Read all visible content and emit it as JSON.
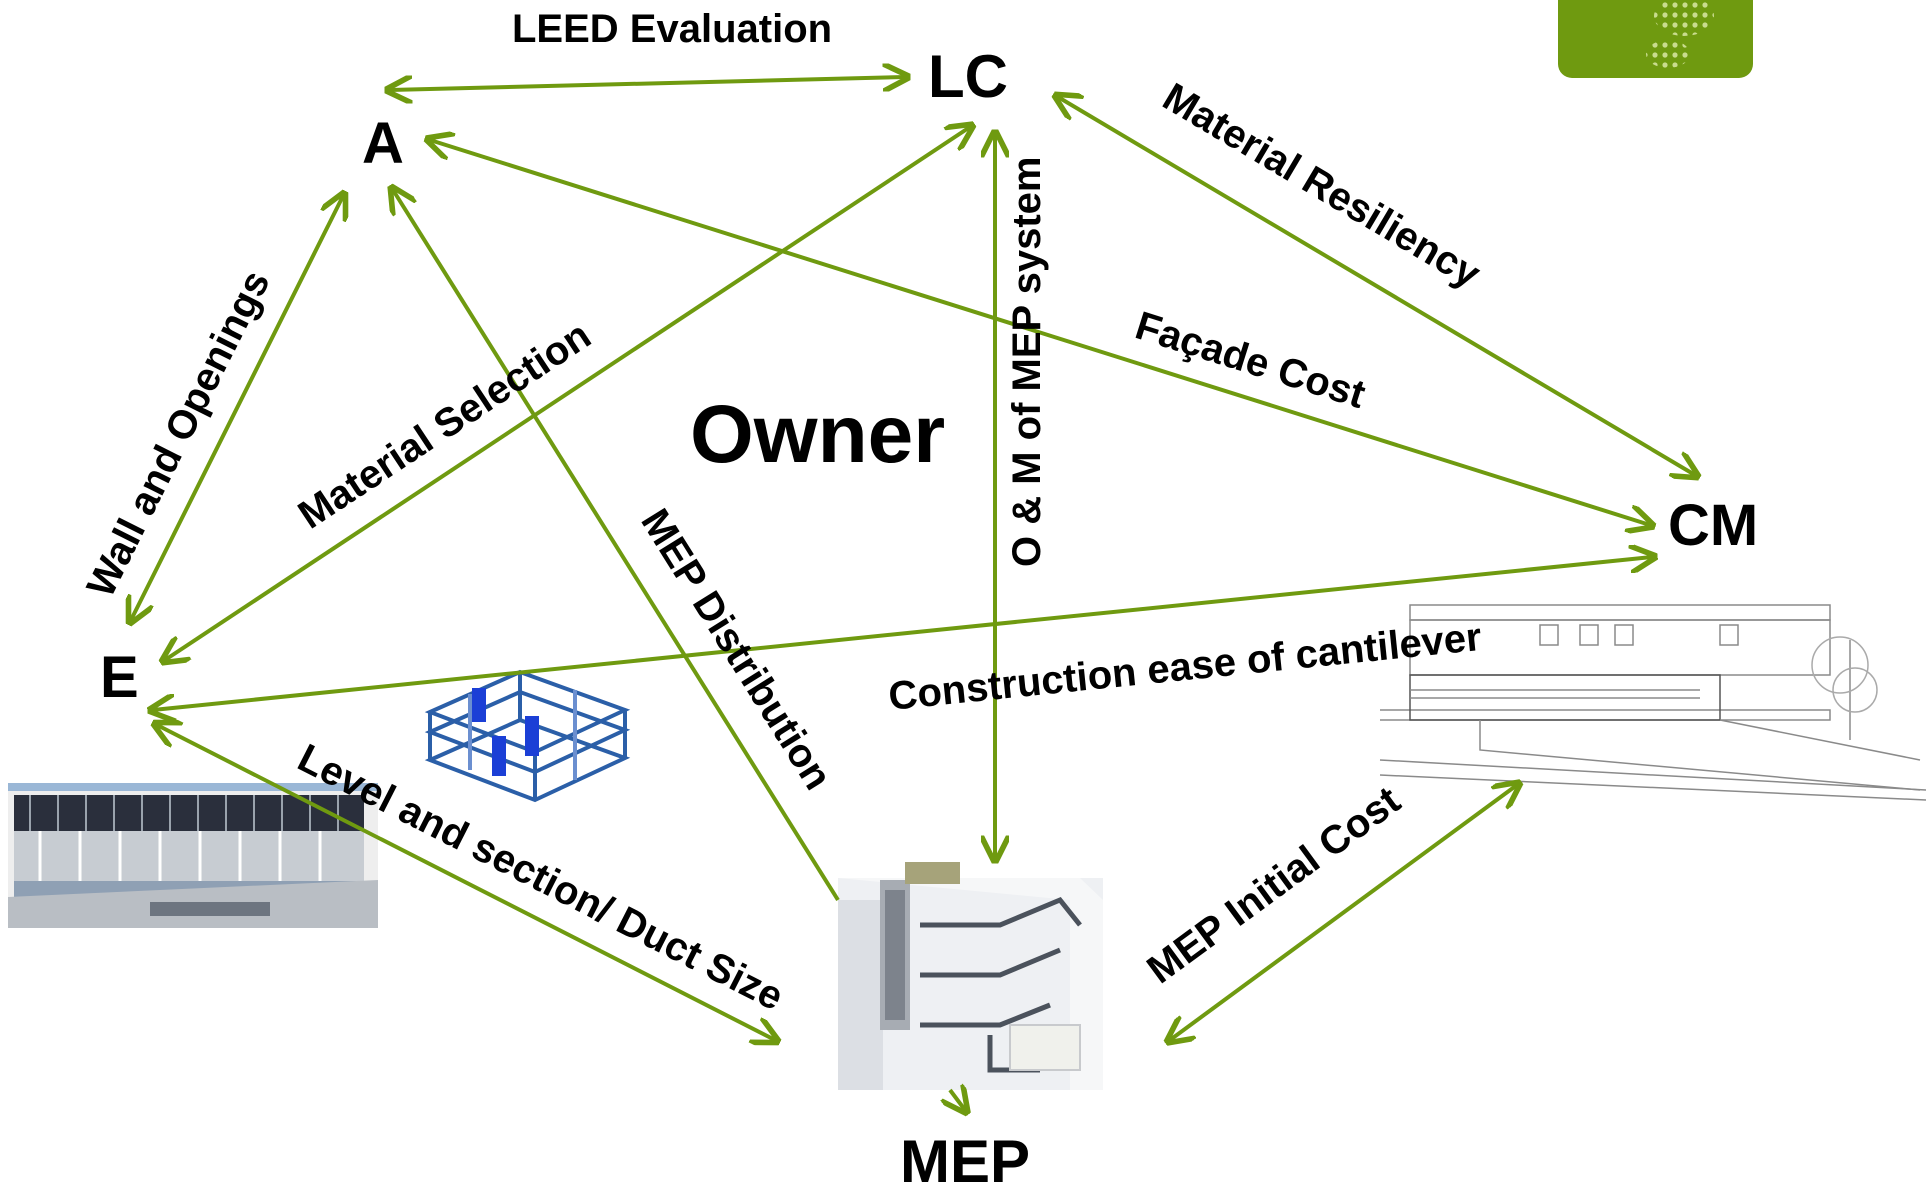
{
  "colors": {
    "accent": "#6f9a10",
    "accent_dark": "#5d8a0d",
    "text": "#000000"
  },
  "nodes": {
    "lc": "LC",
    "a": "A",
    "cm": "CM",
    "e": "E",
    "mep": "MEP",
    "owner": "Owner"
  },
  "relations": {
    "leed_evaluation": "LEED Evaluation",
    "material_resiliency": "Material Resiliency",
    "facade_cost": "Façade Cost",
    "wall_openings": "Wall and Openings",
    "material_selection": "Material Selection",
    "om_mep": "O & M of MEP system",
    "mep_distribution": "MEP Distribution",
    "construction_ease": "Construction ease of cantilever",
    "level_section": "Level and section/ Duct Size",
    "mep_initial_cost": "MEP Initial Cost"
  },
  "images": {
    "building_photo": "building-photo",
    "frame_model": "structural-frame-model",
    "duct_model": "mep-duct-model",
    "house_sketch": "cantilever-house-sketch",
    "corner_logo": "logo-badge"
  }
}
